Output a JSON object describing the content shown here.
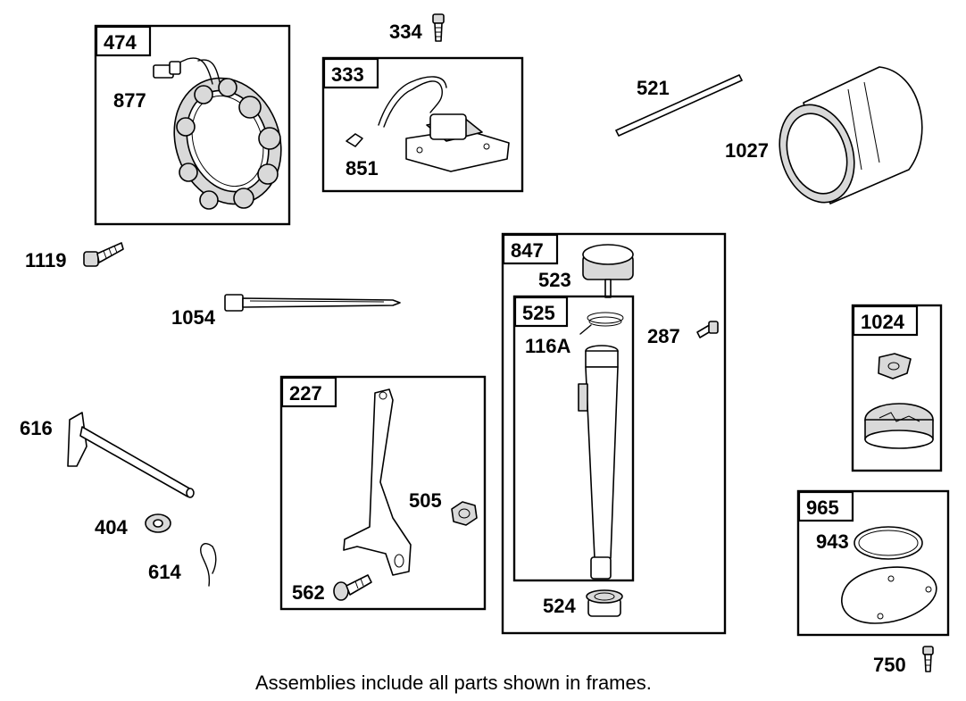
{
  "frames": {
    "f474": "474",
    "f333": "333",
    "f847": "847",
    "f525": "525",
    "f227": "227",
    "f1024": "1024",
    "f965": "965"
  },
  "parts": {
    "p334": "334",
    "p877": "877",
    "p851": "851",
    "p521": "521",
    "p1027": "1027",
    "p1119": "1119",
    "p1054": "1054",
    "p523": "523",
    "p116a": "116A",
    "p287": "287",
    "p616": "616",
    "p404": "404",
    "p614": "614",
    "p505": "505",
    "p562": "562",
    "p524": "524",
    "p943": "943",
    "p750": "750"
  },
  "footnote": "Assemblies include all parts shown in frames."
}
